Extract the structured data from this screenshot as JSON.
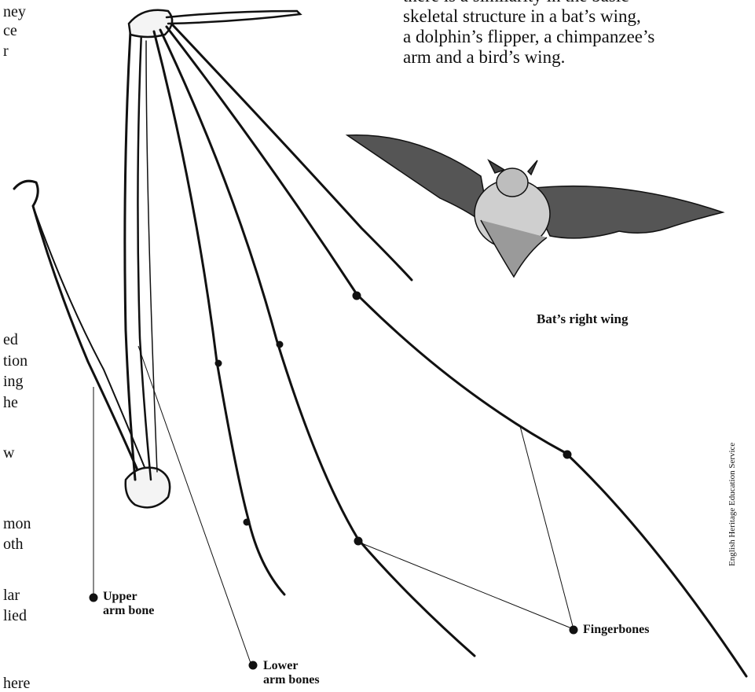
{
  "left_fragments": [
    "ney",
    "ce",
    "r",
    "ed",
    "tion",
    "ing",
    "he",
    "w",
    "mon",
    "oth",
    "lar",
    "lied",
    "here"
  ],
  "top_paragraph": [
    "there is a similarity in the basic",
    "skeletal structure in a bat’s wing,",
    "a dolphin’s flipper, a chimpanzee’s",
    "arm and a bird’s wing."
  ],
  "caption": "Bat’s right wing",
  "labels": {
    "upper_arm": [
      "Upper",
      "arm bone"
    ],
    "lower_arm": [
      "Lower",
      "arm bones"
    ],
    "fingerbones": "Fingerbones"
  },
  "credit": "English Heritage Education Service"
}
